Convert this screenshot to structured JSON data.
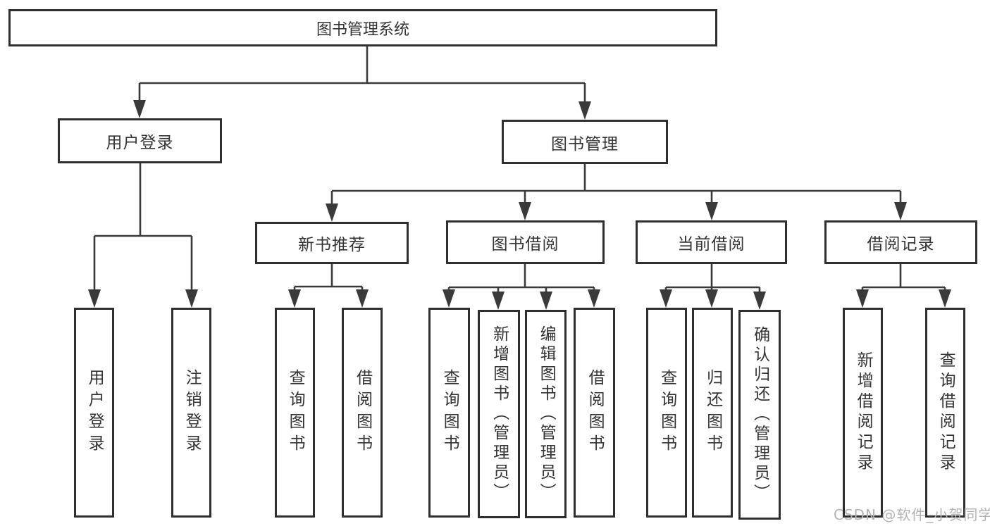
{
  "title": "图书管理系统",
  "watermark": "CSDN @软件_小贺同学",
  "colors": {
    "line": "#3a3a3a",
    "box_border": "#2f2f2f",
    "text": "#333333",
    "background": "#ffffff",
    "watermark": "#b3b3b3"
  },
  "nodes": {
    "root": "图书管理系统",
    "branch_user_login": "用户登录",
    "branch_book_mgmt": "图书管理",
    "group_new_rec": "新书推荐",
    "group_book_borrow": "图书借阅",
    "group_current_borrow": "当前借阅",
    "group_borrow_record": "借阅记录",
    "leaves": [
      "用户登录",
      "注销登录",
      "查询图书",
      "借阅图书",
      "查询图书",
      "新增图书（管理员）",
      "编辑图书（管理员）",
      "借阅图书",
      "查询图书",
      "归还图书",
      "确认归还（管理员）",
      "新增借阅记录",
      "查询借阅记录"
    ]
  },
  "hierarchy": {
    "图书管理系统": [
      "用户登录",
      "图书管理"
    ],
    "用户登录": [
      "用户登录",
      "注销登录"
    ],
    "图书管理": [
      "新书推荐",
      "图书借阅",
      "当前借阅",
      "借阅记录"
    ],
    "新书推荐": [
      "查询图书",
      "借阅图书"
    ],
    "图书借阅": [
      "查询图书",
      "新增图书（管理员）",
      "编辑图书（管理员）",
      "借阅图书"
    ],
    "当前借阅": [
      "查询图书",
      "归还图书",
      "确认归还（管理员）"
    ],
    "借阅记录": [
      "新增借阅记录",
      "查询借阅记录"
    ]
  }
}
